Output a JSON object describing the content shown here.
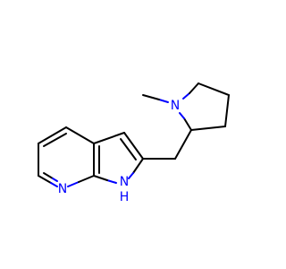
{
  "molecule": {
    "atoms": [
      {
        "id": "N_pyridine",
        "symbol": "N",
        "color": "#0000ff"
      },
      {
        "id": "N_pyrrole",
        "symbol": "N",
        "color": "#0000ff"
      },
      {
        "id": "H_pyrrole",
        "symbol": "H",
        "color": "#0000ff"
      },
      {
        "id": "N_pyrrolidine",
        "symbol": "N",
        "color": "#0000ff"
      }
    ],
    "bond_color": "#000000",
    "heteroatom_color": "#0000ff",
    "background": "#ffffff"
  }
}
